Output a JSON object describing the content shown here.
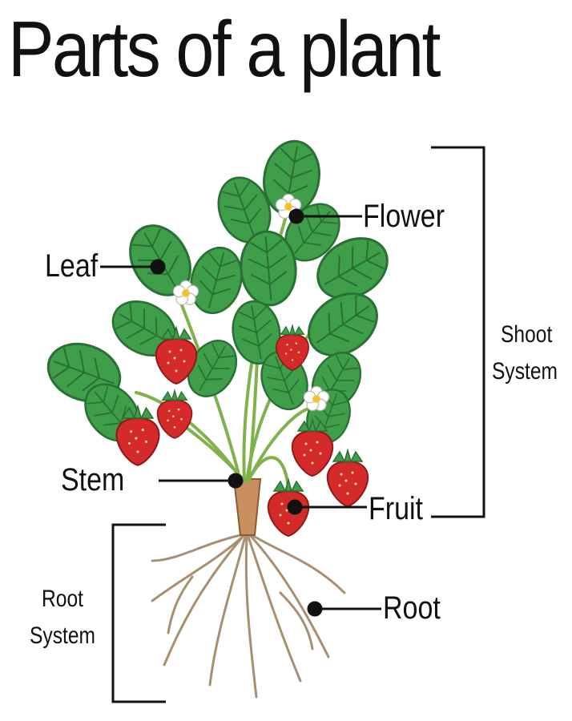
{
  "title": "Parts of a plant",
  "labels": {
    "flower": "Flower",
    "leaf": "Leaf",
    "stem": "Stem",
    "fruit": "Fruit",
    "root": "Root"
  },
  "systems": {
    "shoot_line1": "Shoot",
    "shoot_line2": "System",
    "root_line1": "Root",
    "root_line2": "System"
  },
  "colors": {
    "leaf": "#3f9e4a",
    "leaf_dark": "#2a6f33",
    "strawberry": "#d42a2a",
    "root": "#a88f70",
    "text": "#111111"
  }
}
